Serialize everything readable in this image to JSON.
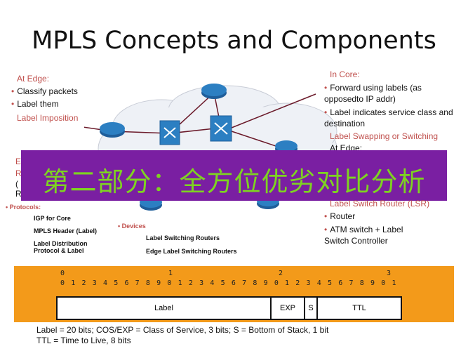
{
  "title": "MPLS Concepts and Components",
  "edge": {
    "heading": "At Edge:",
    "items": [
      "Classify packets",
      "Label them"
    ],
    "sub": "Label Imposition"
  },
  "core": {
    "heading": "In Core:",
    "items": [
      "Forward using labels (as opposedto IP addr)",
      "Label indicates service class and destination"
    ],
    "sub": "Label Swapping or Switching",
    "edge2": "At Edge:"
  },
  "left_partial": {
    "a": "E",
    "b": "R",
    "c": "(",
    "d": "R"
  },
  "protocols": {
    "heading": "Protocols:",
    "items": [
      "IGP for Core",
      "MPLS Header (Label)",
      "Label Distribution Protocol & Label"
    ]
  },
  "devices": {
    "heading": "Devices",
    "items": [
      "Label Switching Routers",
      "Edge Label Switching Routers"
    ]
  },
  "right_lower": {
    "lsr": "Label Switch Router (LSR)",
    "items": [
      "Router",
      "ATM switch + Label Switch Controller"
    ]
  },
  "banner": "第二部分：全方位优劣对比分析",
  "bit_tens": [
    "0",
    "1",
    "2",
    "3"
  ],
  "bit_units": "0 1 2 3 4 5 6 7 8 9 0 1 2 3 4 5 6 7 8 9 0 1 2 3 4 5 6 7 8 9 0 1",
  "fields": [
    "Label",
    "EXP",
    "S",
    "TTL"
  ],
  "footer": [
    "Label = 20 bits; COS/EXP = Class of Service, 3 bits; S = Bottom of Stack, 1 bit",
    "TTL = Time to Live, 8 bits"
  ],
  "colors": {
    "accent_red": "#c0504d",
    "banner_bg": "#7a1fa2",
    "banner_text": "#7ed321",
    "bits_bg": "#f39a1a"
  }
}
